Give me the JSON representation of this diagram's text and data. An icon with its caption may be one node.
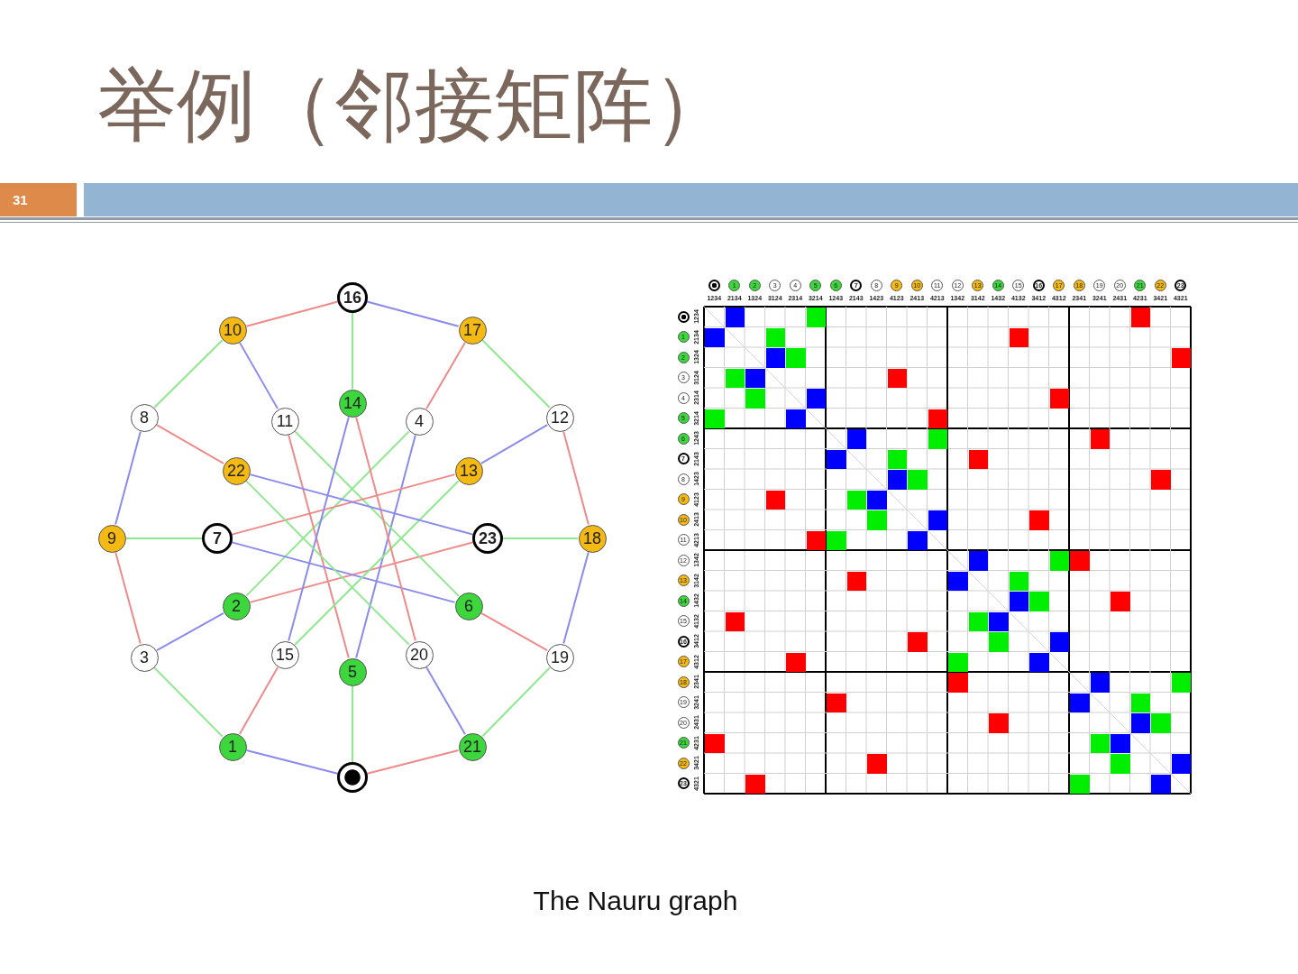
{
  "diagram": {
    "title": "举例（邻接矩阵）",
    "caption": "The Nauru graph",
    "nodes": [
      {
        "text": [],
        "shape": "circle"
      },
      {
        "text": [
          "1"
        ]
      },
      {
        "text": [
          "2"
        ]
      },
      {
        "text": [
          "3"
        ]
      },
      {
        "text": [
          "4"
        ]
      },
      {
        "text": [
          "5"
        ]
      },
      {
        "text": [
          "6"
        ]
      },
      {
        "text": [
          "7"
        ]
      },
      {
        "text": [
          "8"
        ]
      },
      {
        "text": [
          "9"
        ]
      },
      {
        "text": [
          "10"
        ]
      },
      {
        "text": [
          "11"
        ]
      },
      {
        "text": [
          "12"
        ]
      },
      {
        "text": [
          "13"
        ]
      },
      {
        "text": [
          "14"
        ]
      },
      {
        "text": [
          "15"
        ]
      },
      {
        "text": [
          "16"
        ]
      },
      {
        "text": [
          "17"
        ]
      },
      {
        "text": [
          "18"
        ]
      },
      {
        "text": [
          "19"
        ]
      },
      {
        "text": [
          "20"
        ]
      },
      {
        "text": [
          "21"
        ]
      },
      {
        "text": [
          "22"
        ]
      },
      {
        "text": [
          "23"
        ]
      }
    ],
    "edges": [
      {
        "from": 0,
        "to": 1,
        "arrow": "none",
        "color": "#8a8aef"
      },
      {
        "from": 0,
        "to": 5,
        "arrow": "none",
        "color": "#8ee88e"
      },
      {
        "from": 0,
        "to": 21,
        "arrow": "none",
        "color": "#ef8a8a"
      },
      {
        "from": 1,
        "to": 3,
        "arrow": "none",
        "color": "#8ee88e"
      },
      {
        "from": 1,
        "to": 15,
        "arrow": "none",
        "color": "#ef8a8a"
      },
      {
        "from": 2,
        "to": 3,
        "arrow": "none",
        "color": "#8a8aef"
      },
      {
        "from": 2,
        "to": 4,
        "arrow": "none",
        "color": "#8ee88e"
      },
      {
        "from": 2,
        "to": 23,
        "arrow": "none",
        "color": "#ef8a8a"
      },
      {
        "from": 3,
        "to": 9,
        "arrow": "none",
        "color": "#ef8a8a"
      },
      {
        "from": 4,
        "to": 5,
        "arrow": "none",
        "color": "#8a8aef"
      },
      {
        "from": 4,
        "to": 17,
        "arrow": "none",
        "color": "#ef8a8a"
      },
      {
        "from": 5,
        "to": 11,
        "arrow": "none",
        "color": "#ef8a8a"
      },
      {
        "from": 6,
        "to": 7,
        "arrow": "none",
        "color": "#8a8aef"
      },
      {
        "from": 6,
        "to": 11,
        "arrow": "none",
        "color": "#8ee88e"
      },
      {
        "from": 6,
        "to": 19,
        "arrow": "none",
        "color": "#ef8a8a"
      },
      {
        "from": 7,
        "to": 9,
        "arrow": "none",
        "color": "#8ee88e"
      },
      {
        "from": 7,
        "to": 13,
        "arrow": "none",
        "color": "#ef8a8a"
      },
      {
        "from": 8,
        "to": 9,
        "arrow": "none",
        "color": "#8a8aef"
      },
      {
        "from": 8,
        "to": 10,
        "arrow": "none",
        "color": "#8ee88e"
      },
      {
        "from": 8,
        "to": 22,
        "arrow": "none",
        "color": "#ef8a8a"
      },
      {
        "from": 10,
        "to": 11,
        "arrow": "none",
        "color": "#8a8aef"
      },
      {
        "from": 10,
        "to": 16,
        "arrow": "none",
        "color": "#ef8a8a"
      },
      {
        "from": 12,
        "to": 13,
        "arrow": "none",
        "color": "#8a8aef"
      },
      {
        "from": 12,
        "to": 17,
        "arrow": "none",
        "color": "#8ee88e"
      },
      {
        "from": 12,
        "to": 18,
        "arrow": "none",
        "color": "#ef8a8a"
      },
      {
        "from": 13,
        "to": 15,
        "arrow": "none",
        "color": "#8ee88e"
      },
      {
        "from": 14,
        "to": 15,
        "arrow": "none",
        "color": "#8a8aef"
      },
      {
        "from": 14,
        "to": 16,
        "arrow": "none",
        "color": "#8ee88e"
      },
      {
        "from": 14,
        "to": 20,
        "arrow": "none",
        "color": "#ef8a8a"
      },
      {
        "from": 16,
        "to": 17,
        "arrow": "none",
        "color": "#8a8aef"
      },
      {
        "from": 18,
        "to": 19,
        "arrow": "none",
        "color": "#8a8aef"
      },
      {
        "from": 18,
        "to": 23,
        "arrow": "none",
        "color": "#8ee88e"
      },
      {
        "from": 19,
        "to": 21,
        "arrow": "none",
        "color": "#8ee88e"
      },
      {
        "from": 20,
        "to": 21,
        "arrow": "none",
        "color": "#8a8aef"
      },
      {
        "from": 20,
        "to": 22,
        "arrow": "none",
        "color": "#8ee88e"
      },
      {
        "from": 22,
        "to": 23,
        "arrow": "none",
        "color": "#8a8aef"
      }
    ],
    "labels": [
      "31",
      "1",
      "2",
      "3",
      "4",
      "5",
      "6",
      "7",
      "8",
      "9",
      "10",
      "11",
      "12",
      "13",
      "14",
      "15",
      "16",
      "17",
      "18",
      "19",
      "20",
      "21",
      "22",
      "23",
      "1234",
      "2134",
      "1324",
      "3124",
      "2314",
      "3214",
      "1243",
      "2143",
      "1423",
      "4123",
      "2413",
      "4213",
      "1342",
      "3142",
      "1432",
      "4132",
      "3412",
      "4312",
      "2341",
      "3241",
      "2431",
      "4231",
      "3421",
      "4321",
      "1",
      "2",
      "3",
      "4",
      "5",
      "6",
      "7",
      "8",
      "9",
      "10",
      "11",
      "12",
      "13",
      "14",
      "15",
      "16",
      "17",
      "18",
      "19",
      "20",
      "21",
      "22",
      "23",
      "1234",
      "2134",
      "1324",
      "3124",
      "2314",
      "3214",
      "1243",
      "2143",
      "1423",
      "4123",
      "2413",
      "4213",
      "1342",
      "3142",
      "1432",
      "4132",
      "3412",
      "4312",
      "2341",
      "3241",
      "2431",
      "4231",
      "3421",
      "4321"
    ]
  }
}
